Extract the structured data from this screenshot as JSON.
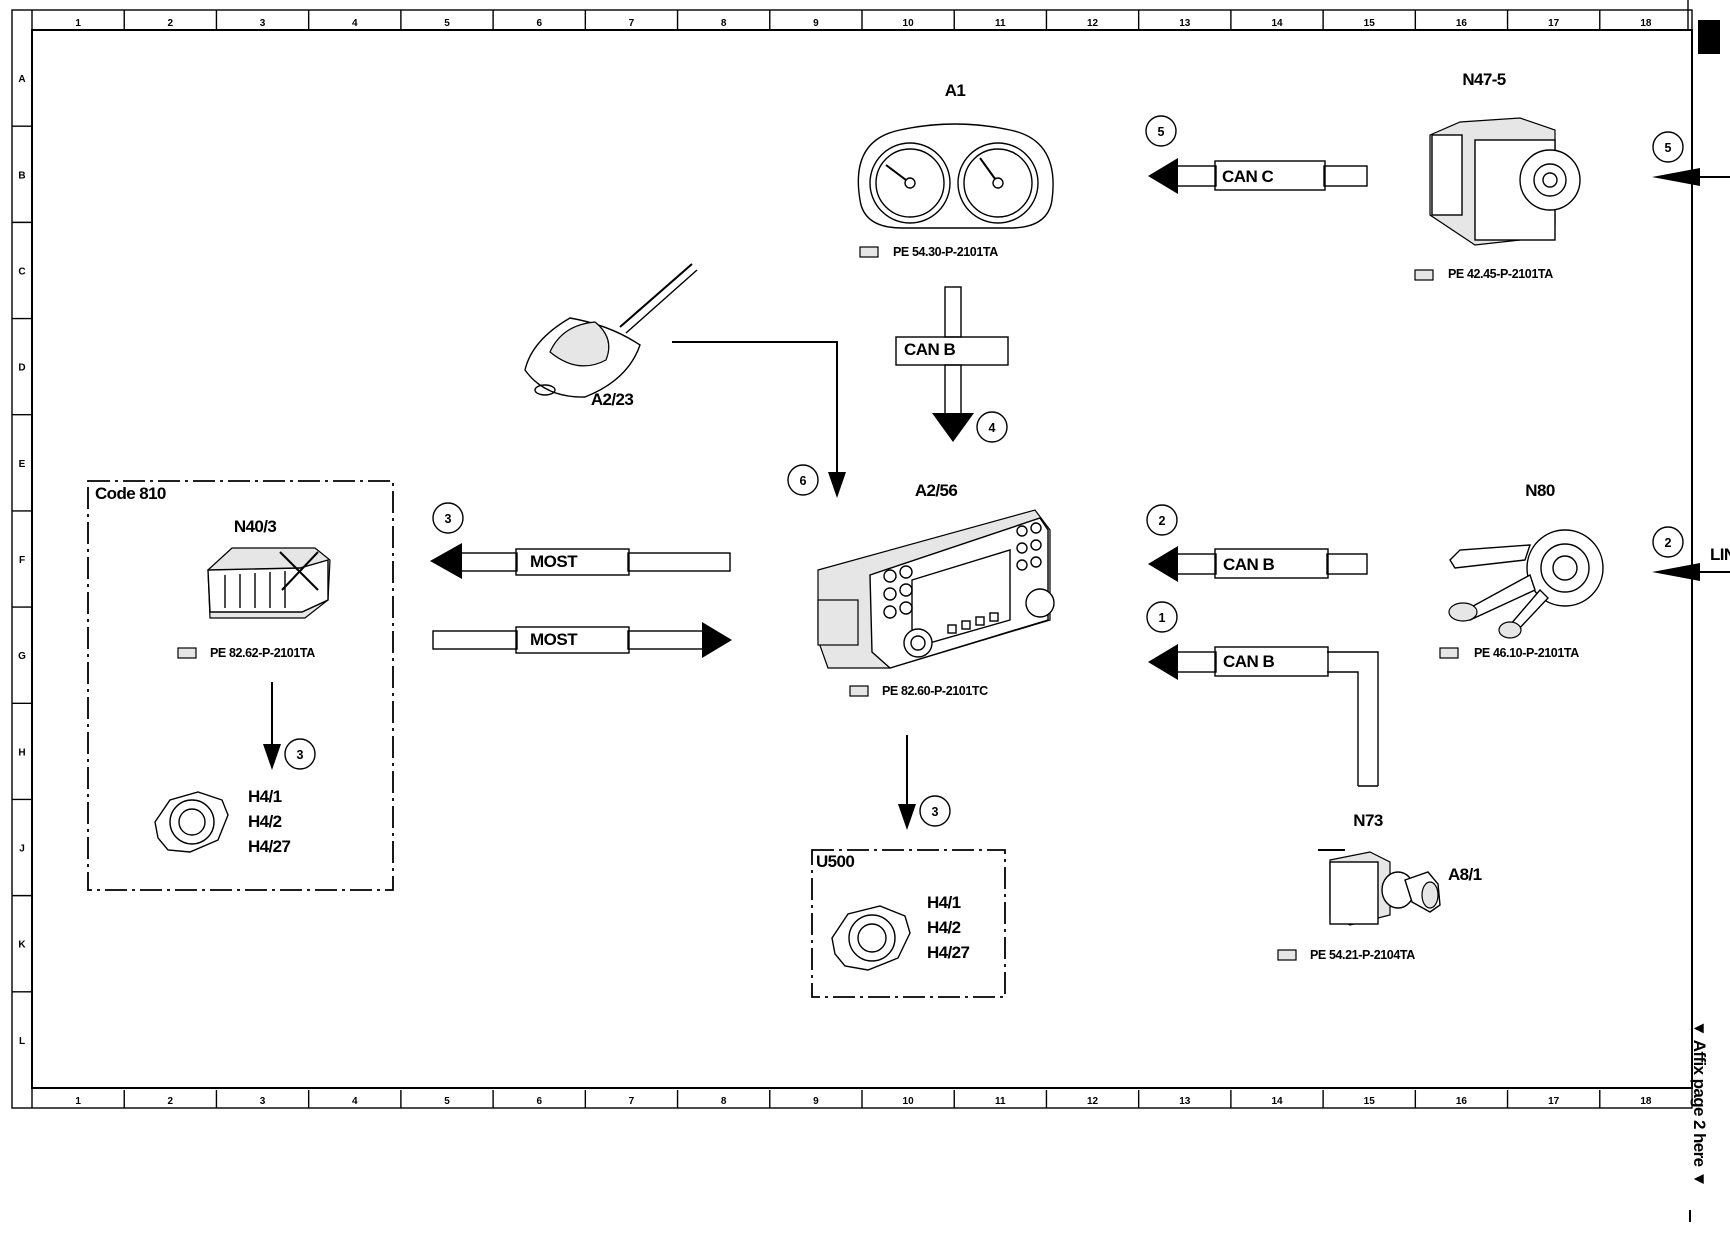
{
  "grid": {
    "columns": [
      "1",
      "2",
      "3",
      "4",
      "5",
      "6",
      "7",
      "8",
      "9",
      "10",
      "11",
      "12",
      "13",
      "14",
      "15",
      "16",
      "17",
      "18"
    ],
    "rows": [
      "A",
      "B",
      "C",
      "D",
      "E",
      "F",
      "G",
      "H",
      "J",
      "K",
      "L"
    ]
  },
  "components": {
    "a1": {
      "label": "A1",
      "ref": "PE 54.30-P-2101TA"
    },
    "n47_5": {
      "label": "N47-5",
      "ref": "PE 42.45-P-2101TA"
    },
    "a2_23": {
      "label": "A2/23"
    },
    "a2_56": {
      "label": "A2/56",
      "ref": "PE 82.60-P-2101TC"
    },
    "n80": {
      "label": "N80",
      "ref": "PE 46.10-P-2101TA"
    },
    "n40_3": {
      "label": "N40/3",
      "ref": "PE 82.62-P-2101TA"
    },
    "n73": {
      "label": "N73",
      "ref": "PE 54.21-P-2104TA"
    },
    "a8_1": {
      "label": "A8/1"
    },
    "code810": {
      "label": "Code 810",
      "speakers": [
        "H4/1",
        "H4/2",
        "H4/27"
      ]
    },
    "u500": {
      "label": "U500",
      "speakers": [
        "H4/1",
        "H4/2",
        "H4/27"
      ]
    }
  },
  "buses": {
    "can_c": "CAN C",
    "can_b_a1": "CAN B",
    "can_b_n80": "CAN B",
    "can_b_n73": "CAN B",
    "most_out": "MOST",
    "most_in": "MOST",
    "lin": "LIN"
  },
  "markers": {
    "can_c": "5",
    "edge_top": "5",
    "can_b_a1": "4",
    "gps": "6",
    "most_out": "3",
    "can_b_n80": "2",
    "edge_mid": "2",
    "can_b_n73": "1",
    "n40_speaker": "3",
    "u500_speaker": "3"
  },
  "side_note": "▼ Affix page 2 here ▼"
}
